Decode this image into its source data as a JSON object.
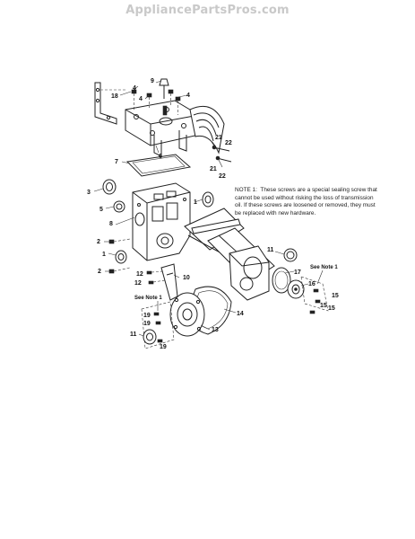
{
  "watermark": "AppliancePartsPros.com",
  "note": {
    "label": "NOTE 1:",
    "text": "These screws are a special sealing screw that cannot be used without risking the loss of transmission oil.  If these screws are loosened or removed, they must be replaced with new hardware."
  },
  "see_note": [
    "See Note 1",
    "See Note 1",
    "See Note 1"
  ],
  "callouts": [
    "18",
    "4",
    "9",
    "4",
    "6",
    "4",
    "21",
    "22",
    "21",
    "22",
    "7",
    "3",
    "5",
    "8",
    "1",
    "2",
    "1",
    "2",
    "11",
    "17",
    "16",
    "12",
    "12",
    "10",
    "15",
    "15",
    "15",
    "14",
    "19",
    "19",
    "19",
    "11",
    "13"
  ]
}
